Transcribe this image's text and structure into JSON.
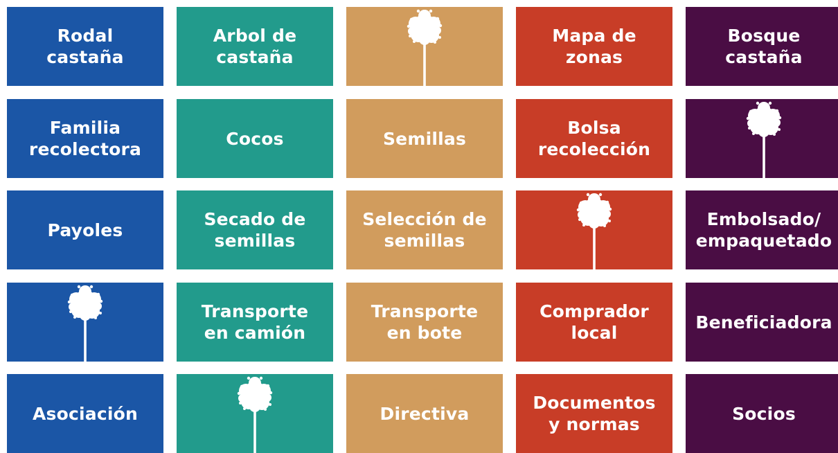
{
  "colors": {
    "blue": "#1b56a6",
    "teal": "#229b8c",
    "tan": "#d19c5d",
    "red": "#c83d27",
    "purple": "#4a0d44"
  },
  "tree_icon": "tree-icon",
  "rows": [
    [
      {
        "label": "Rodal\ncastaña",
        "color": "blue"
      },
      {
        "label": "Arbol de\ncastaña",
        "color": "teal"
      },
      {
        "icon": "tree-icon",
        "color": "tan"
      },
      {
        "label": "Mapa de\nzonas",
        "color": "red"
      },
      {
        "label": "Bosque\ncastaña",
        "color": "purple"
      }
    ],
    [
      {
        "label": "Familia\nrecolectora",
        "color": "blue"
      },
      {
        "label": "Cocos",
        "color": "teal"
      },
      {
        "label": "Semillas",
        "color": "tan"
      },
      {
        "label": "Bolsa\nrecolección",
        "color": "red"
      },
      {
        "icon": "tree-icon",
        "color": "purple"
      }
    ],
    [
      {
        "label": "Payoles",
        "color": "blue"
      },
      {
        "label": "Secado de\nsemillas",
        "color": "teal"
      },
      {
        "label": "Selección de\nsemillas",
        "color": "tan"
      },
      {
        "icon": "tree-icon",
        "color": "red"
      },
      {
        "label": "Embolsado/\nempaquetado",
        "color": "purple"
      }
    ],
    [
      {
        "icon": "tree-icon",
        "color": "blue"
      },
      {
        "label": "Transporte\nen camión",
        "color": "teal"
      },
      {
        "label": "Transporte\nen bote",
        "color": "tan"
      },
      {
        "label": "Comprador\nlocal",
        "color": "red"
      },
      {
        "label": "Beneficiadora",
        "color": "purple"
      }
    ],
    [
      {
        "label": "Asociación",
        "color": "blue"
      },
      {
        "icon": "tree-icon",
        "color": "teal"
      },
      {
        "label": "Directiva",
        "color": "tan"
      },
      {
        "label": "Documentos\ny normas",
        "color": "red"
      },
      {
        "label": "Socios",
        "color": "purple"
      }
    ]
  ]
}
